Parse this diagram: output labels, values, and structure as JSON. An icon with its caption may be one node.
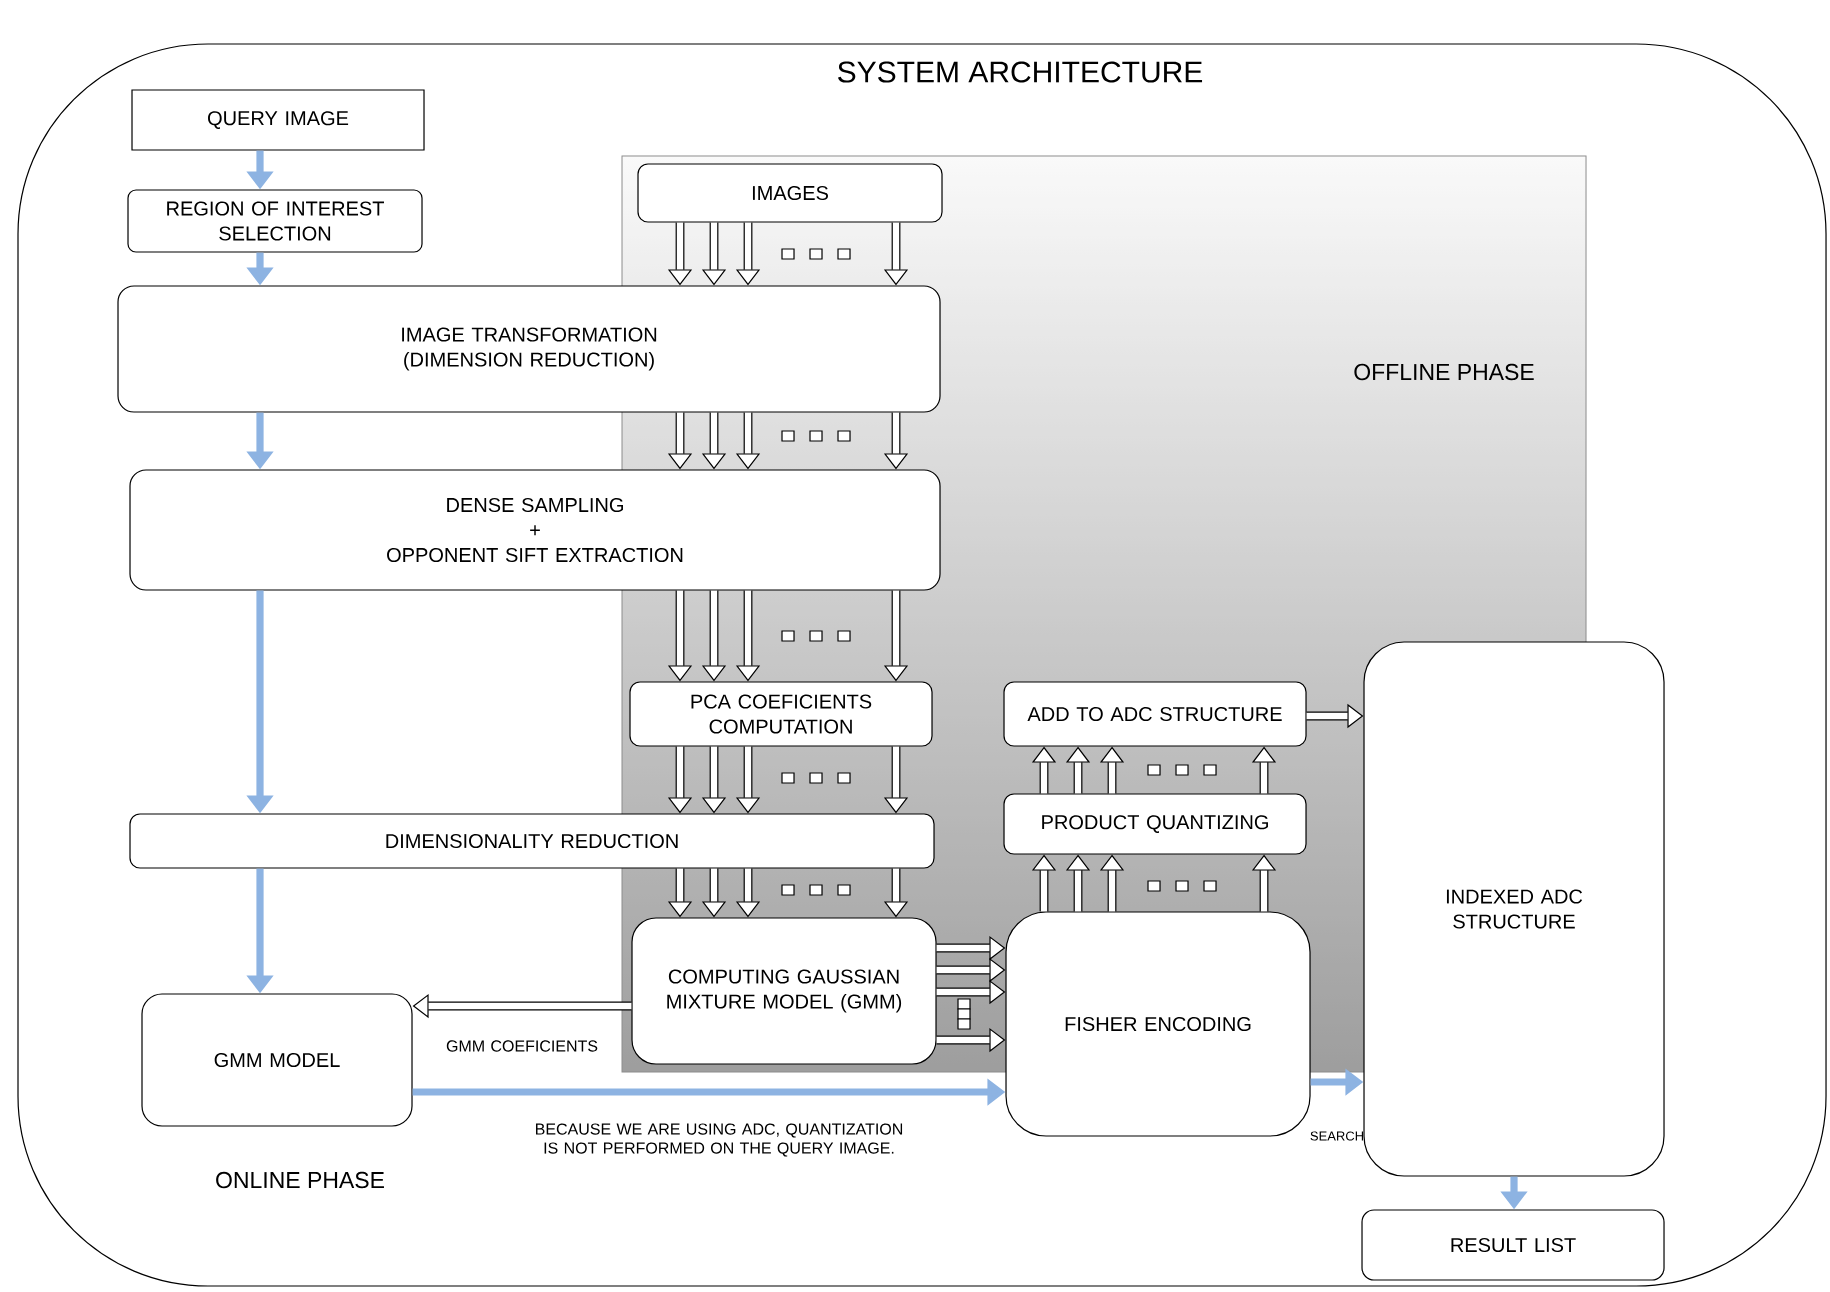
{
  "diagram": {
    "title": "SYSTEM ARCHITECTURE",
    "nodes": [
      {
        "text": [
          "QUERY IMAGE"
        ]
      },
      {
        "text": [
          "REGION OF INTEREST SELECTION"
        ]
      },
      {
        "text": [
          "OFFLINE PHASE"
        ]
      },
      {
        "text": [
          "IMAGES"
        ],
        "in": 2
      },
      {
        "text": [
          "IMAGE TRANSFORMATION",
          "(DIMENSION REDUCTION)"
        ]
      },
      {
        "text": [
          "DENSE SAMPLING",
          "+",
          "OPPONENT SIFT EXTRACTION"
        ]
      },
      {
        "text": [
          "PCA COEFICIENTS COMPUTATION"
        ],
        "in": 2
      },
      {
        "text": [
          "ADD TO ADC STRUCTURE"
        ],
        "in": 2
      },
      {
        "text": [
          "PRODUCT QUANTIZING"
        ],
        "in": 2
      },
      {
        "text": [
          "DIMENSIONALITY REDUCTION"
        ]
      },
      {
        "text": [
          "INDEXED ADC STRUCTURE"
        ]
      },
      {
        "text": [
          "COMPUTING GAUSSIAN MIXTURE MODEL (GMM)"
        ],
        "in": 2
      },
      {
        "text": [
          "GMM MODEL"
        ]
      },
      {
        "text": [
          "FISHER ENCODING"
        ]
      },
      {
        "text": [
          "RESULT LIST"
        ]
      }
    ],
    "edges": [
      {
        "from": 0,
        "to": 1,
        "arrow": "to",
        "color": "#8db3e2"
      },
      {
        "from": 1,
        "to": 4,
        "arrow": "to",
        "color": "#8db3e2"
      },
      {
        "from": 4,
        "to": 5,
        "arrow": "to",
        "color": "#8db3e2"
      },
      {
        "from": 5,
        "to": 9,
        "arrow": "to",
        "color": "#8db3e2"
      },
      {
        "from": 9,
        "to": 12,
        "arrow": "to",
        "color": "#8db3e2"
      },
      {
        "from": 12,
        "to": 13,
        "arrow": "to",
        "color": "#8db3e2",
        "label": "BECAUSE WE ARE USING ADC, QUANTIZATION IS NOT PERFORMED ON THE QUERY IMAGE."
      },
      {
        "from": 13,
        "to": 10,
        "arrow": "to",
        "color": "#8db3e2",
        "label": "SEARCH"
      },
      {
        "from": 10,
        "to": 14,
        "arrow": "to",
        "color": "#8db3e2"
      },
      {
        "from": 3,
        "to": 4,
        "arrow": "to"
      },
      {
        "from": 3,
        "to": 4,
        "arrow": "to"
      },
      {
        "from": 3,
        "to": 4,
        "arrow": "to"
      },
      {
        "from": 3,
        "to": 4,
        "arrow": "to"
      },
      {
        "from": 4,
        "to": 5,
        "arrow": "to"
      },
      {
        "from": 4,
        "to": 5,
        "arrow": "to"
      },
      {
        "from": 4,
        "to": 5,
        "arrow": "to"
      },
      {
        "from": 4,
        "to": 5,
        "arrow": "to"
      },
      {
        "from": 5,
        "to": 6,
        "arrow": "to"
      },
      {
        "from": 5,
        "to": 6,
        "arrow": "to"
      },
      {
        "from": 5,
        "to": 6,
        "arrow": "to"
      },
      {
        "from": 5,
        "to": 6,
        "arrow": "to"
      },
      {
        "from": 6,
        "to": 9,
        "arrow": "to"
      },
      {
        "from": 6,
        "to": 9,
        "arrow": "to"
      },
      {
        "from": 6,
        "to": 9,
        "arrow": "to"
      },
      {
        "from": 6,
        "to": 9,
        "arrow": "to"
      },
      {
        "from": 9,
        "to": 11,
        "arrow": "to"
      },
      {
        "from": 9,
        "to": 11,
        "arrow": "to"
      },
      {
        "from": 9,
        "to": 11,
        "arrow": "to"
      },
      {
        "from": 9,
        "to": 11,
        "arrow": "to"
      },
      {
        "from": 11,
        "to": 13,
        "arrow": "to"
      },
      {
        "from": 11,
        "to": 13,
        "arrow": "to"
      },
      {
        "from": 11,
        "to": 13,
        "arrow": "to"
      },
      {
        "from": 11,
        "to": 13,
        "arrow": "to"
      },
      {
        "from": 13,
        "to": 8,
        "arrow": "to"
      },
      {
        "from": 13,
        "to": 8,
        "arrow": "to"
      },
      {
        "from": 13,
        "to": 8,
        "arrow": "to"
      },
      {
        "from": 13,
        "to": 8,
        "arrow": "to"
      },
      {
        "from": 8,
        "to": 7,
        "arrow": "to"
      },
      {
        "from": 8,
        "to": 7,
        "arrow": "to"
      },
      {
        "from": 8,
        "to": 7,
        "arrow": "to"
      },
      {
        "from": 8,
        "to": 7,
        "arrow": "to"
      },
      {
        "from": 7,
        "to": 10,
        "arrow": "to"
      },
      {
        "from": 11,
        "to": 12,
        "arrow": "to",
        "label": "GMM COEFICIENTS"
      }
    ],
    "labels": [
      "ONLINE PHASE"
    ]
  }
}
